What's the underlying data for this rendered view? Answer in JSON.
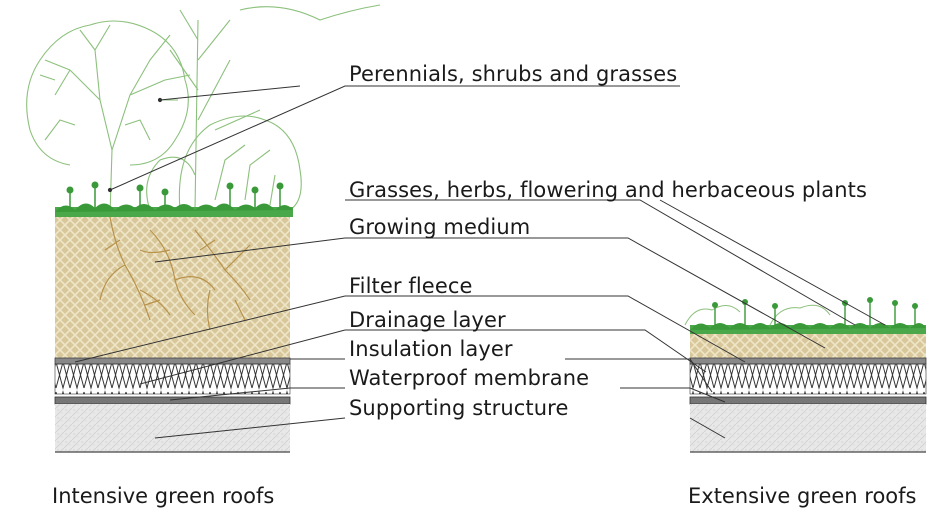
{
  "labels": {
    "perennials": "Perennials, shrubs and grasses",
    "grasses": "Grasses, herbs, flowering and herbaceous plants",
    "growing_medium": "Growing medium",
    "filter_fleece": "Filter fleece",
    "drainage": "Drainage layer",
    "insulation": "Insulation layer",
    "waterproof": "Waterproof membrane",
    "supporting": "Supporting structure"
  },
  "captions": {
    "intensive": "Intensive green roofs",
    "extensive": "Extensive green roofs"
  },
  "colors": {
    "soil": "#d8c79a",
    "soil_grid": "#efe6c8",
    "roots": "#b8924a",
    "plants": "#3a9a3a",
    "tree_outline": "#7fb86f",
    "leader_lines": "#333333",
    "concrete": "#e8e8e8"
  }
}
